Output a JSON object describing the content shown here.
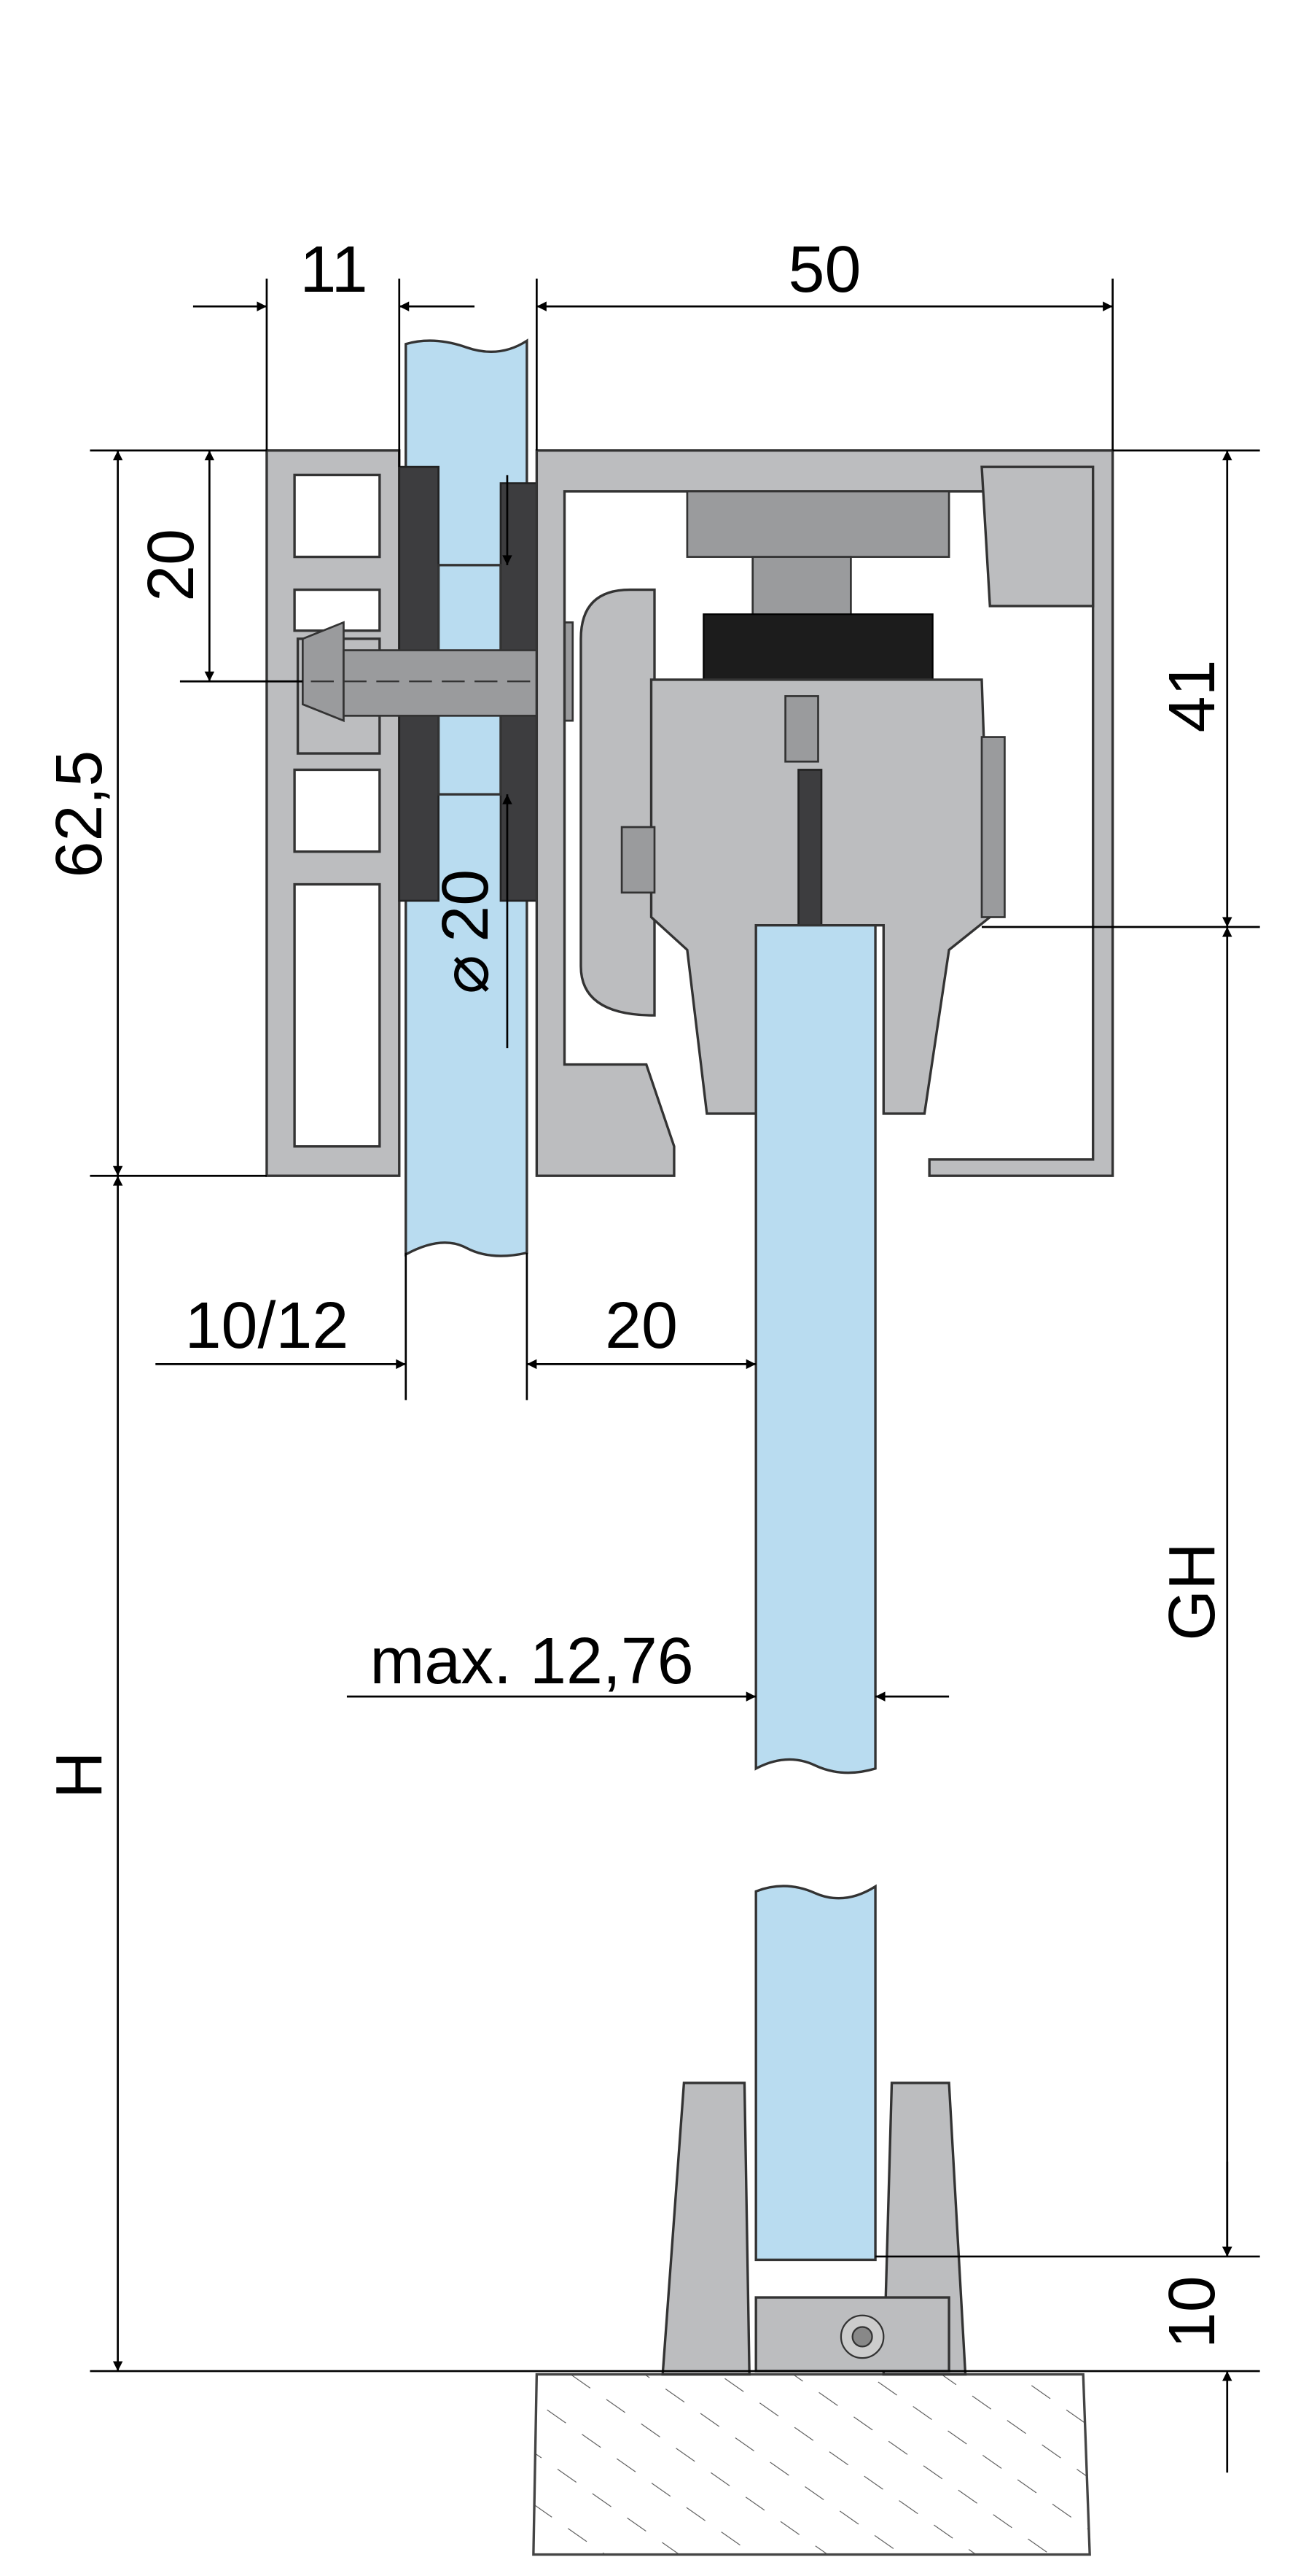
{
  "drawing": {
    "title": "Sliding door fitting cross-section",
    "dimensions": {
      "top_left_width": "11",
      "top_right_width": "50",
      "clamp_height": "20",
      "profile_height": "62,5",
      "carriage_height": "41",
      "glass_thickness_fixed": "10/12",
      "gap": "20",
      "bolt_diameter": "20",
      "diameter_symbol": "⌀",
      "door_glass_thickness": "max. 12,76",
      "glass_height": "GH",
      "total_height": "H",
      "floor_gap": "10"
    },
    "colors": {
      "glass": "#b9dcf0",
      "aluminium": "#bcbdbf",
      "dark_parts": "#3d3d3f"
    }
  }
}
